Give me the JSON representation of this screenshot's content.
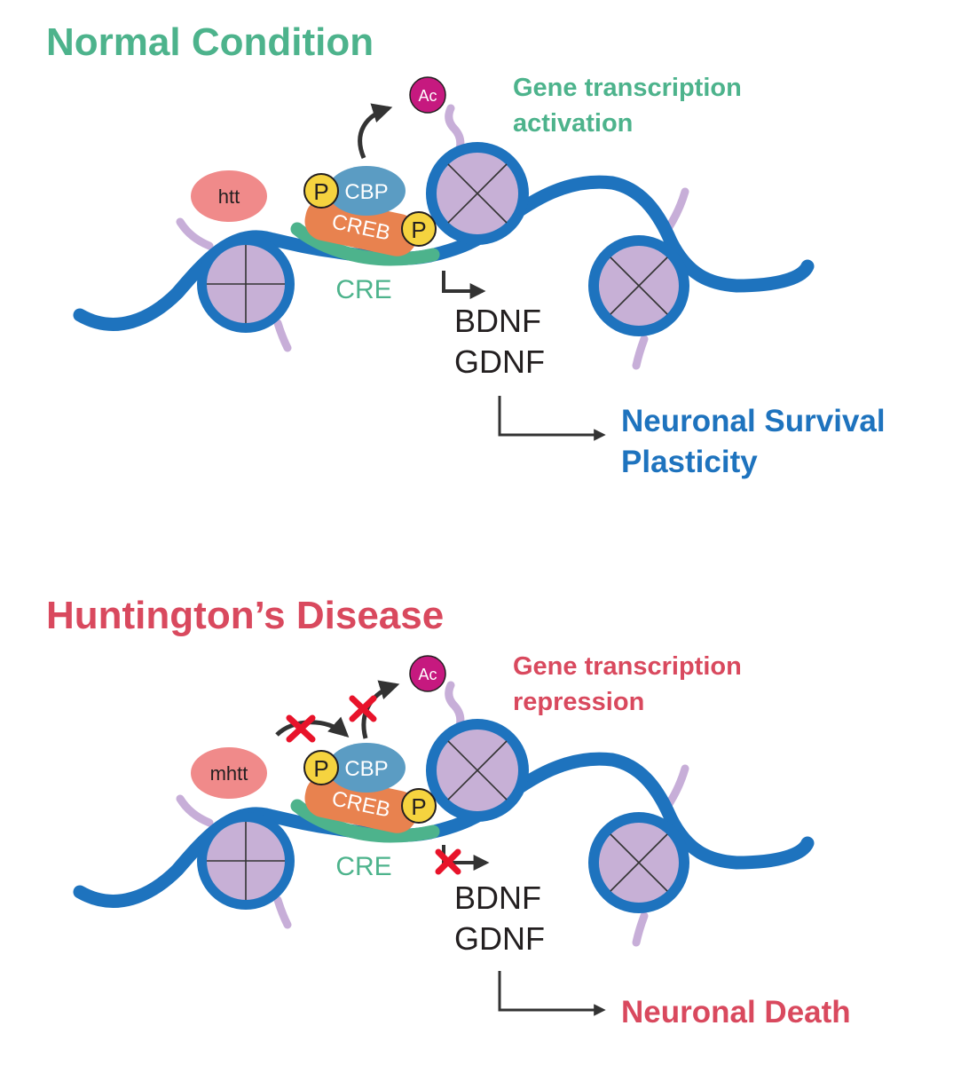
{
  "colors": {
    "normal": "#4db38c",
    "disease": "#d9495e",
    "outcome_blue": "#1e73be",
    "dna": "#1e73be",
    "histone": "#c7b0d6",
    "tail": "#c7aed8",
    "htt": "#f08a8a",
    "cbp": "#5b9cc3",
    "creb": "#e8824f",
    "phospho": "#f5d33f",
    "acetyl": "#c6197f",
    "cre": "#4db38c",
    "arrow": "#333333",
    "block": "#e8132a"
  },
  "panels": {
    "normal": {
      "title": "Normal Condition",
      "note_line1": "Gene transcription",
      "note_line2": "activation",
      "htt_label": "htt",
      "cbp_label": "CBP",
      "creb_label": "CREB",
      "phospho_label": "P",
      "acetyl_label": "Ac",
      "cre_label": "CRE",
      "gene1": "BDNF",
      "gene2": "GDNF",
      "outcome_line1": "Neuronal Survival",
      "outcome_line2": "Plasticity"
    },
    "disease": {
      "title": "Huntington’s Disease",
      "note_line1": "Gene transcription",
      "note_line2": "repression",
      "htt_label": "mhtt",
      "cbp_label": "CBP",
      "creb_label": "CREB",
      "phospho_label": "P",
      "acetyl_label": "Ac",
      "cre_label": "CRE",
      "gene1": "BDNF",
      "gene2": "GDNF",
      "outcome_line1": "Neuronal Death"
    }
  }
}
